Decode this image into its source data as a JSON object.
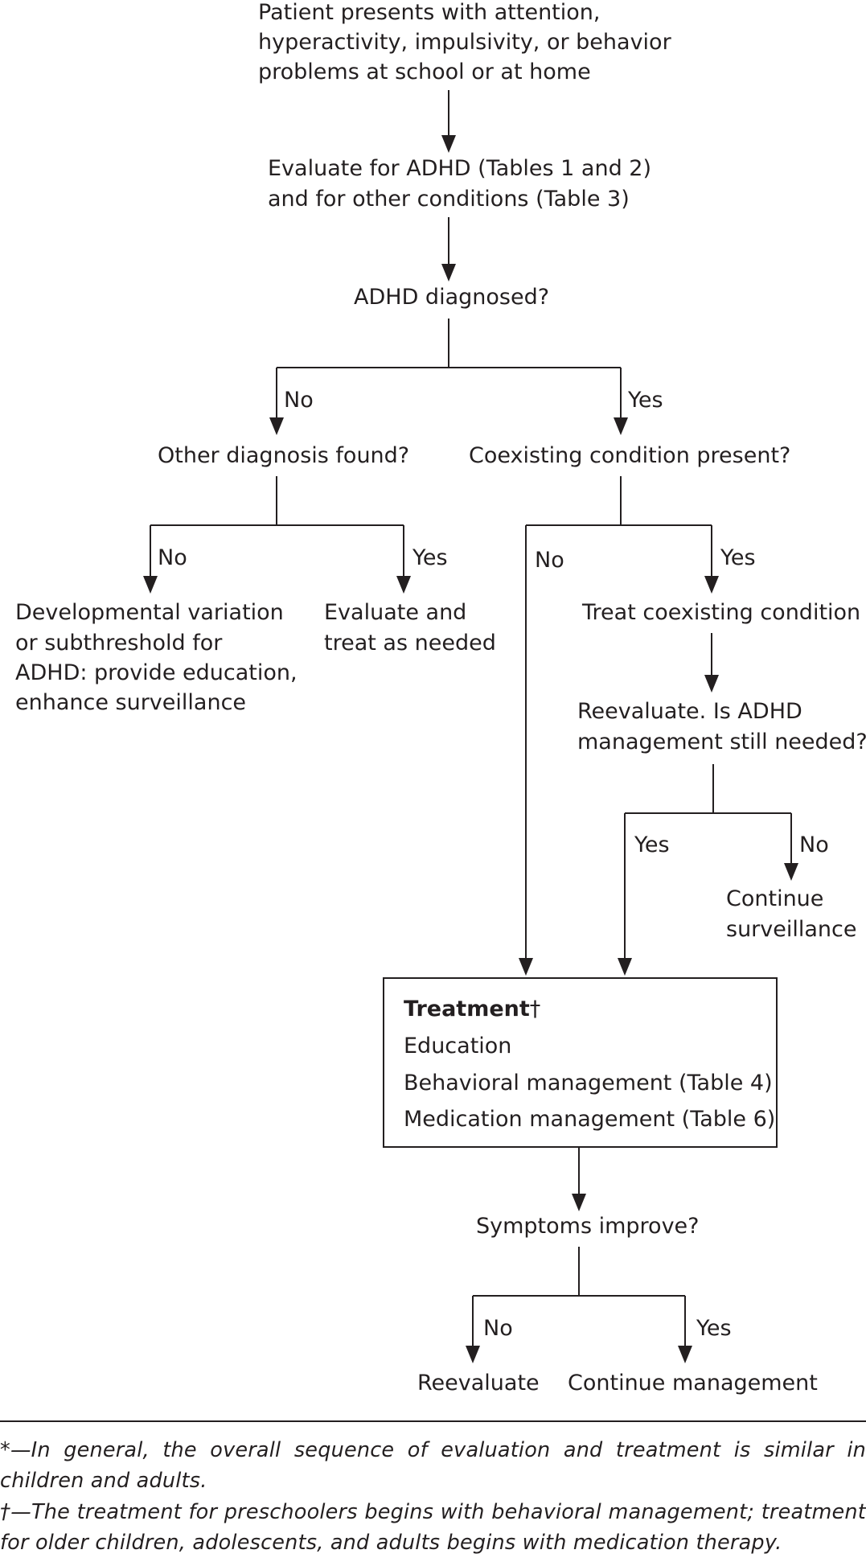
{
  "nodes": {
    "start": [
      "Patient presents with attention,",
      "hyperactivity, impulsivity, or behavior",
      "problems at school or at home"
    ],
    "evaluate": [
      "Evaluate for ADHD (Tables 1 and 2)",
      "and for other conditions (Table 3)"
    ],
    "adhd_diagnosed": [
      "ADHD diagnosed?"
    ],
    "other_diagnosis": [
      "Other diagnosis found?"
    ],
    "coexisting": [
      "Coexisting condition present?"
    ],
    "developmental": [
      "Developmental variation",
      "or subthreshold for",
      "ADHD: provide education,",
      "enhance surveillance"
    ],
    "evaluate_treat": [
      "Evaluate and",
      "treat as needed"
    ],
    "treat_coexisting": [
      "Treat coexisting condition"
    ],
    "reevaluate_question": [
      "Reevaluate. Is ADHD",
      "management still needed?"
    ],
    "continue_surveillance": [
      "Continue",
      "surveillance"
    ],
    "symptoms": [
      "Symptoms improve?"
    ],
    "reevaluate": [
      "Reevaluate"
    ],
    "continue_management": [
      "Continue management"
    ]
  },
  "treatment_box": {
    "title": "Treatment",
    "dagger": "†",
    "items": [
      "Education",
      "Behavioral management (Table 4)",
      "Medication management (Table 6)"
    ]
  },
  "branch_labels": {
    "adhd_no": "No",
    "adhd_yes": "Yes",
    "other_no": "No",
    "other_yes": "Yes",
    "coexisting_no": "No",
    "coexisting_yes": "Yes",
    "still_needed_yes": "Yes",
    "still_needed_no": "No",
    "symptoms_no": "No",
    "symptoms_yes": "Yes"
  },
  "footnotes": {
    "general": "*—In general, the overall sequence of evaluation and treatment is similar in children and adults.",
    "preschool": "†—The treatment for preschoolers begins with behavioral management; treatment for older children, adolescents, and adults begins with medication therapy."
  }
}
